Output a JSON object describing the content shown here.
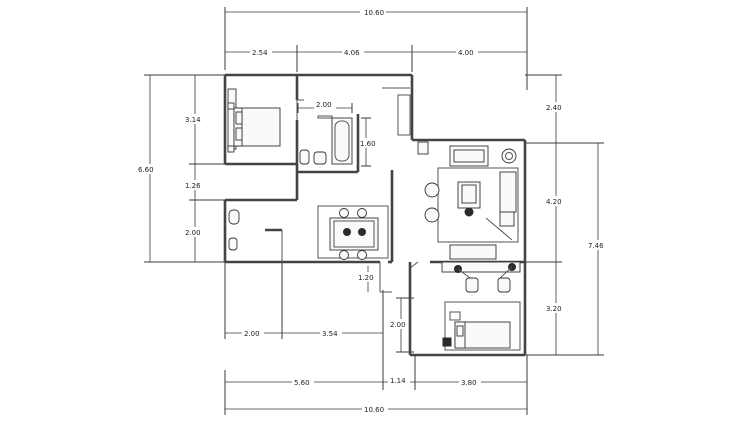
{
  "drawing": {
    "dimensions": {
      "top_total": "10.60",
      "top_left": "2.54",
      "top_middle": "4.06",
      "top_right": "4.00",
      "bottom_total": "10.60",
      "bottom_left": "5.60",
      "bottom_gap": "1.14",
      "bottom_right": "3.80",
      "lower_left": "2.00",
      "lower_mid": "3.54",
      "left_total": "6.60",
      "left_bedroom": "3.14",
      "left_corridor": "1.26",
      "left_bath": "2.00",
      "right_top": "2.40",
      "right_living": "4.20",
      "right_bedroom": "3.20",
      "right_total": "7.46",
      "bath_width": "2.00",
      "bath_height": "1.60",
      "entry_width": "1.20",
      "bedroom2_depth": "2.00"
    }
  }
}
